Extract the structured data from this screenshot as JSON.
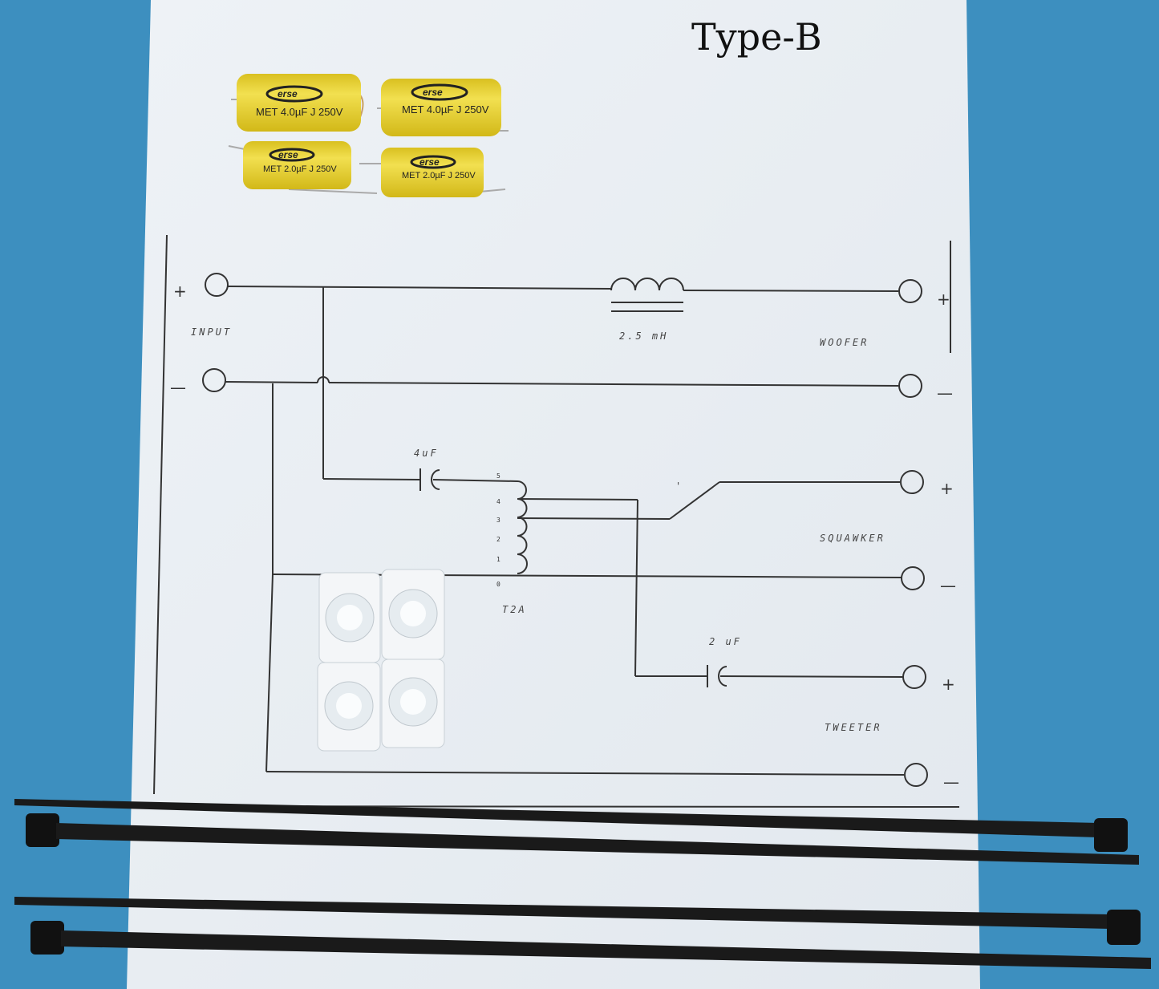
{
  "title": "Type-B",
  "schematic": {
    "input_label": "INPUT",
    "plus": "+",
    "minus": "—",
    "inductor_label": "2.5 mH",
    "woofer_label": "WOOFER",
    "squawker_label": "SQUAWKER",
    "tweeter_label": "TWEETER",
    "cap1_label": "4uF",
    "cap2_label": "2 uF",
    "transformer_label": "T2A",
    "taps": [
      "5",
      "4",
      "3",
      "2",
      "1",
      "0"
    ],
    "switch_mark": "'"
  },
  "capacitors": [
    {
      "brand": "erse",
      "label": "MET 4.0µF J 250V"
    },
    {
      "brand": "erse",
      "label": "MET 4.0µF J 250V"
    },
    {
      "brand": "erse",
      "label": "MET 2.0µF J 250V"
    },
    {
      "brand": "erse",
      "label": "MET 2.0µF J 250V"
    }
  ],
  "colors": {
    "background": "#3d8fbf",
    "paper": "#e9eef2",
    "capacitor": "#e8d238",
    "cable_tie": "#1a1a1a"
  }
}
